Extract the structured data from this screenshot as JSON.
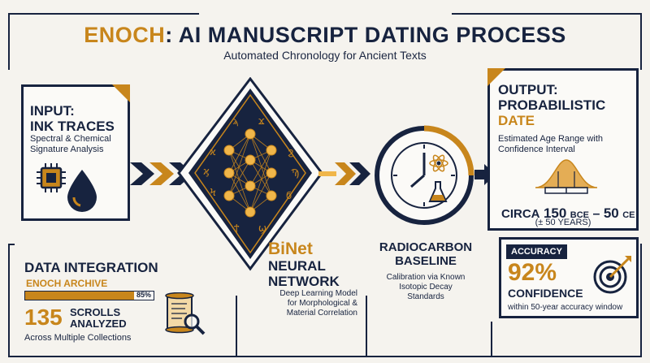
{
  "header": {
    "title_accent": "ENOCH",
    "title_rest": ": AI MANUSCRIPT DATING PROCESS",
    "subtitle": "Automated Chronology for Ancient Texts"
  },
  "input": {
    "heading_line1": "INPUT:",
    "heading_line2": "INK TRACES",
    "description_line1": "Spectral & Chemical",
    "description_line2": "Signature Analysis"
  },
  "network": {
    "name_accent": "BiNet",
    "name_line2": "NEURAL",
    "name_line3": "NETWORK",
    "description_line1": "Deep Learning Model",
    "description_line2": "for Morphological &",
    "description_line3": "Material Correlation"
  },
  "radiocarbon": {
    "heading_line1": "RADIOCARBON",
    "heading_line2": "BASELINE",
    "description_line1": "Calibration via Known",
    "description_line2": "Isotopic Decay",
    "description_line3": "Standards"
  },
  "output": {
    "heading_line1": "OUTPUT:",
    "heading_line2": "PROBABILISTIC",
    "heading_line3": "DATE",
    "description_line1": "Estimated Age Range with",
    "description_line2": "Confidence Interval",
    "range_prefix": "CIRCA",
    "range_start_num": "150",
    "range_start_era": "BCE",
    "range_dash": "–",
    "range_end_num": "50",
    "range_end_era": "CE",
    "range_margin": "(± 50 YEARS)"
  },
  "accuracy": {
    "badge": "ACCURACY",
    "value": "92%",
    "label": "CONFIDENCE",
    "note": "within 50-year accuracy window"
  },
  "data_integration": {
    "heading": "DATA INTEGRATION",
    "subheading": "ENOCH ARCHIVE",
    "progress_label": "85%",
    "progress_value": 0.85,
    "count": "135",
    "count_label_line1": "SCROLLS",
    "count_label_line2": "ANALYZED",
    "note": "Across Multiple Collections"
  },
  "colors": {
    "navy": "#17233f",
    "gold": "#c8861c",
    "background": "#f5f3ee"
  },
  "icons": [
    "chip-icon",
    "ink-drop-icon",
    "neural-network-icon",
    "clock-icon",
    "atom-icon",
    "flask-icon",
    "bell-curve-icon",
    "target-icon",
    "scroll-icon",
    "magnifier-icon",
    "chevron-arrow-icon"
  ]
}
